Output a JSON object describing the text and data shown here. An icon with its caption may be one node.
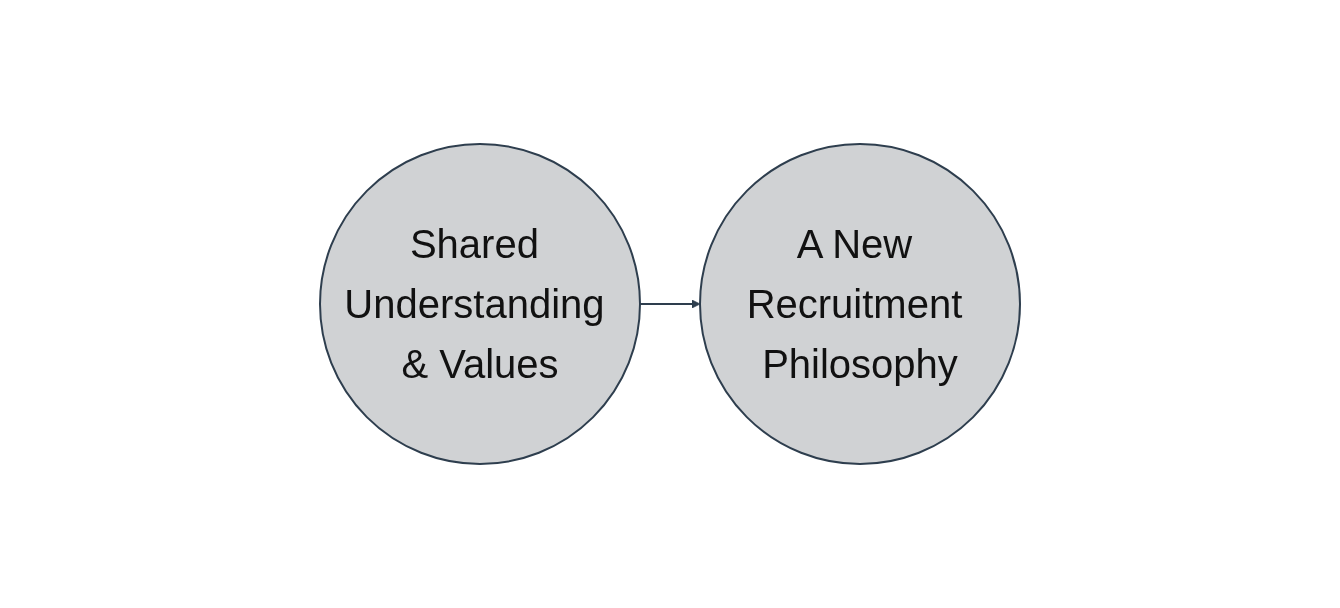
{
  "diagram": {
    "nodes": [
      {
        "text": [
          "Shared Understanding & Values"
        ]
      },
      {
        "text": [
          "A New Recruitment Philosophy"
        ]
      }
    ],
    "edges": [
      {
        "from": 0,
        "to": 1,
        "arrow": "to"
      }
    ]
  }
}
